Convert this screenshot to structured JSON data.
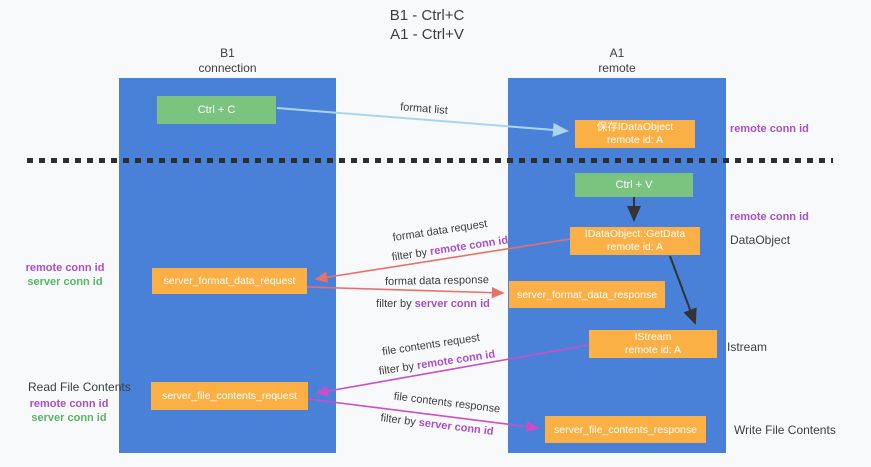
{
  "title": {
    "line1": "B1 - Ctrl+C",
    "line2": "A1 - Ctrl+V"
  },
  "lifelines": {
    "left": {
      "name": "B1",
      "subtitle": "connection"
    },
    "right": {
      "name": "A1",
      "subtitle": "remote"
    }
  },
  "nodes": {
    "ctrl_c": {
      "label": "Ctrl + C"
    },
    "save_obj": {
      "line1": "保存IDataObject",
      "line2": "remote id: A"
    },
    "ctrl_v": {
      "label": "Ctrl + V"
    },
    "getdata": {
      "line1": "IDataObject::GetData",
      "line2": "remote id: A"
    },
    "format_request": {
      "label": "server_format_data_request"
    },
    "format_response": {
      "label": "server_format_data_response"
    },
    "istream": {
      "line1": "IStream",
      "line2": "remote id: A"
    },
    "file_request": {
      "label": "server_file_contents_request"
    },
    "file_response": {
      "label": "server_file_contents_response"
    }
  },
  "arrows": {
    "format_list": {
      "label": "format list"
    },
    "format_data_request": {
      "label": "format data request",
      "filter_prefix": "filter by ",
      "filter_key": "remote conn id"
    },
    "format_data_response": {
      "label": "format data response",
      "filter_prefix": "filter by ",
      "filter_key": "server conn id"
    },
    "file_contents_request": {
      "label": "file contents request",
      "filter_prefix": "filter by ",
      "filter_key": "remote conn id"
    },
    "file_contents_response": {
      "label": "file contents response",
      "filter_prefix": "filter by ",
      "filter_key": "server conn id"
    }
  },
  "side_labels": {
    "right_top_remote_conn_id": "remote conn id",
    "right_mid_remote_conn_id": "remote conn id",
    "right_dataobject": "DataObject",
    "right_istream": "Istream",
    "right_write_file_contents": "Write File Contents",
    "left_format_remote_conn_id": "remote conn id",
    "left_format_server_conn_id": "server conn id",
    "left_read_file_contents": "Read File Contents",
    "left_file_remote_conn_id": "remote conn id",
    "left_file_server_conn_id": "server conn id"
  },
  "colors": {
    "background": "#f8f9fa",
    "lifeline_blue": "#4a81d8",
    "action_green": "#7ac47f",
    "message_orange": "#fbb045",
    "purple_text": "#a750c8",
    "green_text": "#58b666",
    "salmon_arrow": "#e8706b",
    "magenta_arrow": "#c94fc9",
    "lightblue_arrow": "#a9d5f2",
    "black_arrow": "#333333",
    "divider": "#2e2e2e"
  }
}
